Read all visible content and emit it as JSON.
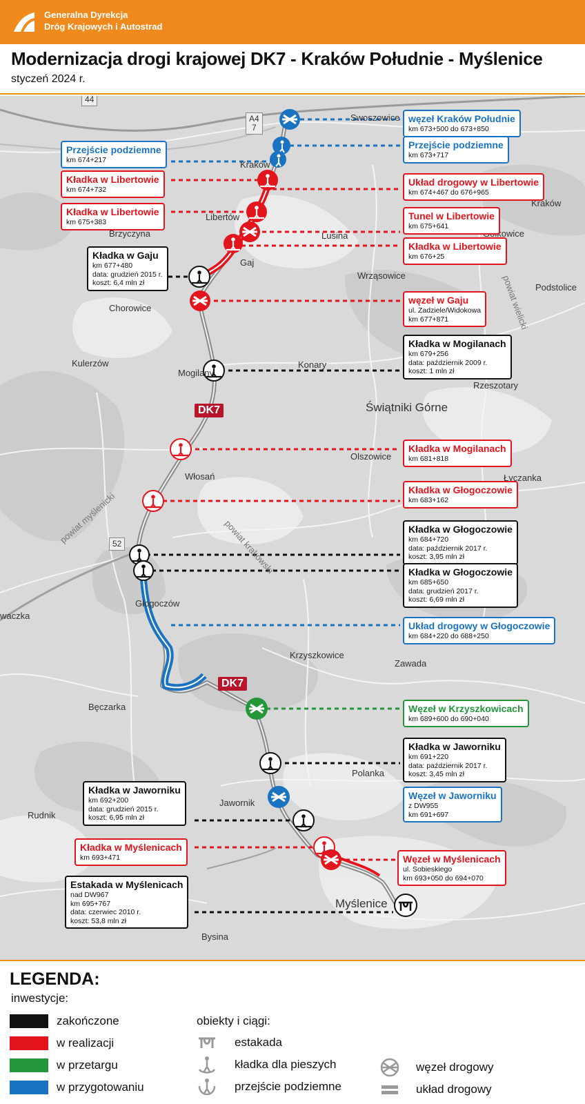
{
  "header": {
    "org_line1": "Generalna Dyrekcja",
    "org_line2": "Dróg Krajowych i Autostrad",
    "title": "Modernizacja drogi krajowej DK7 - Kraków Południe - Myślenice",
    "subtitle": "styczeń 2024 r."
  },
  "colors": {
    "done": "#111111",
    "in_progress": "#e3141c",
    "tender": "#23963a",
    "preparation": "#1a73c0",
    "brand": "#f08a1c"
  },
  "road_labels": {
    "dk7": "DK7",
    "a4": "A4",
    "a4_num": "7",
    "r44": "44",
    "r52": "52"
  },
  "places": {
    "swoszowice": "Swoszowice",
    "krakow": "Kraków",
    "krakow2": "Kraków",
    "libertow": "Libertów",
    "brzyczyna": "Brzyczyna",
    "lusina": "Lusina",
    "golkowice": "Gołkowice",
    "gaj": "Gaj",
    "wrzasowice": "Wrząsowice",
    "chorowice": "Chorowice",
    "podstolice": "Podstolice",
    "kulerzow": "Kulerzów",
    "mogilany": "Mogilany",
    "konary": "Konary",
    "rzeszotary": "Rzeszotary",
    "swiatniki": "Świątniki Górne",
    "olszowice": "Olszowice",
    "wlosan": "Włosań",
    "lyczanka": "Łyczanka",
    "glogoczow": "Głogoczów",
    "waczka": "waczka",
    "krzyszkowice": "Krzyszkowice",
    "zawada": "Zawada",
    "beczarka": "Bęczarka",
    "polanka": "Polanka",
    "jawornik": "Jawornik",
    "rudnik": "Rudnik",
    "myslenice": "Myślenice",
    "bysina": "Bysina",
    "powiat_wielicki": "powiat wielicki",
    "powiat_myslenicki": "powiat myślenicki",
    "powiat_krakowski": "powiat krakowski"
  },
  "objects": {
    "o1": {
      "title": "węzeł Kraków Południe",
      "lines": [
        "km 673+500 do 673+850"
      ],
      "status": "preparation"
    },
    "o2": {
      "title": "Przejście podziemne",
      "lines": [
        "km 673+717"
      ],
      "status": "preparation"
    },
    "o3": {
      "title": "Przejście podziemne",
      "lines": [
        "km 674+217"
      ],
      "status": "preparation"
    },
    "o4": {
      "title": "Kładka w Libertowie",
      "lines": [
        "km 674+732"
      ],
      "status": "in_progress"
    },
    "o5": {
      "title": "Układ drogowy w Libertowie",
      "lines": [
        "km 674+467 do 676+965"
      ],
      "status": "in_progress"
    },
    "o6": {
      "title": "Kładka w Libertowie",
      "lines": [
        "km 675+383"
      ],
      "status": "in_progress"
    },
    "o7": {
      "title": "Tunel w Libertowie",
      "lines": [
        "km 675+641"
      ],
      "status": "in_progress"
    },
    "o8": {
      "title": "Kładka w Libertowie",
      "lines": [
        "km 676+25"
      ],
      "status": "in_progress"
    },
    "o9": {
      "title": "Kładka w Gaju",
      "lines": [
        "km 677+480",
        "data: grudzień 2015 r.",
        "koszt: 6,4 mln zł"
      ],
      "status": "done"
    },
    "o10": {
      "title": "węzeł w Gaju",
      "lines": [
        "ul. Zadziele/Widokowa",
        "km 677+871"
      ],
      "status": "in_progress"
    },
    "o11": {
      "title": "Kładka w Mogilanach",
      "lines": [
        "km 679+256",
        "data: październik 2009 r.",
        "koszt: 1 mln zł"
      ],
      "status": "done"
    },
    "o12": {
      "title": "Kładka w Mogilanach",
      "lines": [
        "km 681+818"
      ],
      "status": "in_progress"
    },
    "o13": {
      "title": "Kładka w Głogoczowie",
      "lines": [
        "km 683+162"
      ],
      "status": "in_progress"
    },
    "o14": {
      "title": "Kładka w Głogoczowie",
      "lines": [
        "km 684+720",
        "data: październik 2017 r.",
        "koszt: 3,95 mln zł"
      ],
      "status": "done"
    },
    "o15": {
      "title": "Kładka w Głogoczowie",
      "lines": [
        "km 685+650",
        "data: grudzień 2017 r.",
        "koszt: 6,69 mln zł"
      ],
      "status": "done"
    },
    "o16": {
      "title": "Układ drogowy w Głogoczowie",
      "lines": [
        "km 684+220 do 688+250"
      ],
      "status": "preparation"
    },
    "o17": {
      "title": "Węzeł w Krzyszkowicach",
      "lines": [
        "km 689+600 do 690+040"
      ],
      "status": "tender"
    },
    "o18": {
      "title": "Kładka w Jaworniku",
      "lines": [
        "km 691+220",
        "data: październik 2017 r.",
        "koszt: 3,45 mln zł"
      ],
      "status": "done"
    },
    "o19": {
      "title": "Kładka w Jaworniku",
      "lines": [
        "km 692+200",
        "data: grudzień 2015 r.",
        "koszt: 6,95 mln zł"
      ],
      "status": "done"
    },
    "o20": {
      "title": "Węzeł w Jaworniku",
      "lines": [
        "z DW955",
        "km 691+697"
      ],
      "status": "preparation"
    },
    "o21": {
      "title": "Kładka w Myślenicach",
      "lines": [
        "km 693+471"
      ],
      "status": "in_progress"
    },
    "o22": {
      "title": "Węzeł w Myślenicach",
      "lines": [
        "ul. Sobieskiego",
        "km 693+050 do 694+070"
      ],
      "status": "in_progress"
    },
    "o23": {
      "title": "Estakada w Myślenicach",
      "lines": [
        "nad DW967",
        "km 695+767",
        "data: czerwiec 2010 r.",
        "koszt: 53,8 mln zł"
      ],
      "status": "done"
    }
  },
  "legend": {
    "title": "LEGENDA:",
    "investments_label": "inwestycje:",
    "statuses": [
      "zakończone",
      "w realizacji",
      "w przetargu",
      "w przygotowaniu"
    ],
    "objects_label": "obiekty i ciągi:",
    "types": {
      "estakada": "estakada",
      "kladka": "kładka dla pieszych",
      "przejscie": "przejście podziemne",
      "wezel": "węzeł drogowy",
      "uklad": "układ drogowy"
    }
  }
}
